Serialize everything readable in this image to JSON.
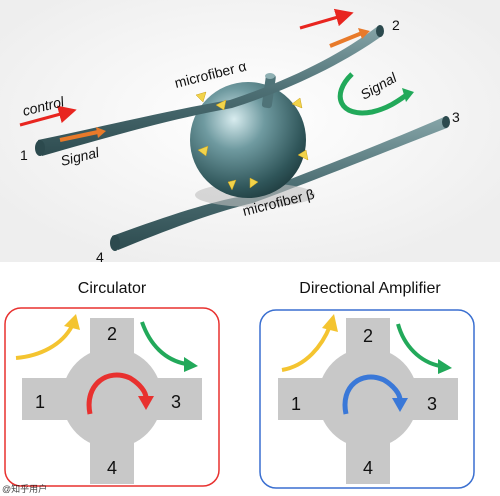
{
  "scene": {
    "port_1": "1",
    "port_2": "2",
    "port_3": "3",
    "port_4": "4",
    "control_label": "control",
    "signal_label_left": "Signal",
    "signal_label_right": "Signal",
    "fiber_alpha_label": "microfiber α",
    "fiber_beta_label": "microfiber β"
  },
  "circulator": {
    "title": "Circulator",
    "port_1": "1",
    "port_2": "2",
    "port_3": "3",
    "port_4": "4",
    "border_color": "#e8312f",
    "rotation_arrow_color": "#e8312f"
  },
  "amplifier": {
    "title": "Directional Amplifier",
    "port_1": "1",
    "port_2": "2",
    "port_3": "3",
    "port_4": "4",
    "border_color": "#3a6fd0",
    "rotation_arrow_color": "#3a78d8"
  },
  "colors": {
    "input_arrow": "#f4c430",
    "output_arrow": "#22a95a",
    "control_arrow": "#e8251f",
    "signal_arrow": "#e87a2a",
    "fiber": "#4d6f74",
    "cross": "#c8c8c8"
  },
  "watermark": "@知乎用户"
}
